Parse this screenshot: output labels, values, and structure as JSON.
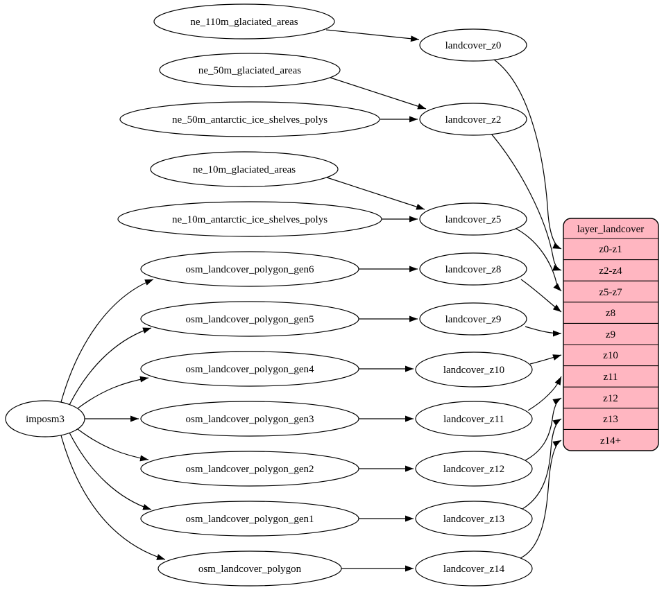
{
  "diagram": {
    "kind": "graphviz-etl-dependency-graph"
  },
  "colors": {
    "background": "#ffffff",
    "node_fill": "#ffffff",
    "node_stroke": "#000000",
    "edge_color": "#000000",
    "table_fill": "#ffb6c1",
    "text_color": "#000000"
  },
  "nodes": {
    "imposm3": "imposm3",
    "ne_110m_glaciated_areas": "ne_110m_glaciated_areas",
    "ne_50m_glaciated_areas": "ne_50m_glaciated_areas",
    "ne_50m_antarctic_ice_shelves_polys": "ne_50m_antarctic_ice_shelves_polys",
    "ne_10m_glaciated_areas": "ne_10m_glaciated_areas",
    "ne_10m_antarctic_ice_shelves_polys": "ne_10m_antarctic_ice_shelves_polys",
    "osm_landcover_polygon_gen6": "osm_landcover_polygon_gen6",
    "osm_landcover_polygon_gen5": "osm_landcover_polygon_gen5",
    "osm_landcover_polygon_gen4": "osm_landcover_polygon_gen4",
    "osm_landcover_polygon_gen3": "osm_landcover_polygon_gen3",
    "osm_landcover_polygon_gen2": "osm_landcover_polygon_gen2",
    "osm_landcover_polygon_gen1": "osm_landcover_polygon_gen1",
    "osm_landcover_polygon": "osm_landcover_polygon",
    "landcover_z0": "landcover_z0",
    "landcover_z2": "landcover_z2",
    "landcover_z5": "landcover_z5",
    "landcover_z8": "landcover_z8",
    "landcover_z9": "landcover_z9",
    "landcover_z10": "landcover_z10",
    "landcover_z11": "landcover_z11",
    "landcover_z12": "landcover_z12",
    "landcover_z13": "landcover_z13",
    "landcover_z14": "landcover_z14"
  },
  "table": {
    "title": "layer_landcover",
    "rows": [
      "z0-z1",
      "z2-z4",
      "z5-z7",
      "z8",
      "z9",
      "z10",
      "z11",
      "z12",
      "z13",
      "z14+"
    ]
  },
  "edges": [
    {
      "from": "ne_110m_glaciated_areas",
      "to": "landcover_z0"
    },
    {
      "from": "ne_50m_glaciated_areas",
      "to": "landcover_z2"
    },
    {
      "from": "ne_50m_antarctic_ice_shelves_polys",
      "to": "landcover_z2"
    },
    {
      "from": "ne_10m_glaciated_areas",
      "to": "landcover_z5"
    },
    {
      "from": "ne_10m_antarctic_ice_shelves_polys",
      "to": "landcover_z5"
    },
    {
      "from": "imposm3",
      "to": "osm_landcover_polygon_gen6"
    },
    {
      "from": "imposm3",
      "to": "osm_landcover_polygon_gen5"
    },
    {
      "from": "imposm3",
      "to": "osm_landcover_polygon_gen4"
    },
    {
      "from": "imposm3",
      "to": "osm_landcover_polygon_gen3"
    },
    {
      "from": "imposm3",
      "to": "osm_landcover_polygon_gen2"
    },
    {
      "from": "imposm3",
      "to": "osm_landcover_polygon_gen1"
    },
    {
      "from": "imposm3",
      "to": "osm_landcover_polygon"
    },
    {
      "from": "osm_landcover_polygon_gen6",
      "to": "landcover_z8"
    },
    {
      "from": "osm_landcover_polygon_gen5",
      "to": "landcover_z9"
    },
    {
      "from": "osm_landcover_polygon_gen4",
      "to": "landcover_z10"
    },
    {
      "from": "osm_landcover_polygon_gen3",
      "to": "landcover_z11"
    },
    {
      "from": "osm_landcover_polygon_gen2",
      "to": "landcover_z12"
    },
    {
      "from": "osm_landcover_polygon_gen1",
      "to": "landcover_z13"
    },
    {
      "from": "osm_landcover_polygon",
      "to": "landcover_z14"
    },
    {
      "from": "landcover_z0",
      "to": "layer_landcover:z0-z1"
    },
    {
      "from": "landcover_z2",
      "to": "layer_landcover:z2-z4"
    },
    {
      "from": "landcover_z5",
      "to": "layer_landcover:z5-z7"
    },
    {
      "from": "landcover_z8",
      "to": "layer_landcover:z8"
    },
    {
      "from": "landcover_z9",
      "to": "layer_landcover:z9"
    },
    {
      "from": "landcover_z10",
      "to": "layer_landcover:z10"
    },
    {
      "from": "landcover_z11",
      "to": "layer_landcover:z11"
    },
    {
      "from": "landcover_z12",
      "to": "layer_landcover:z12"
    },
    {
      "from": "landcover_z13",
      "to": "layer_landcover:z13"
    },
    {
      "from": "landcover_z14",
      "to": "layer_landcover:z14+"
    }
  ]
}
